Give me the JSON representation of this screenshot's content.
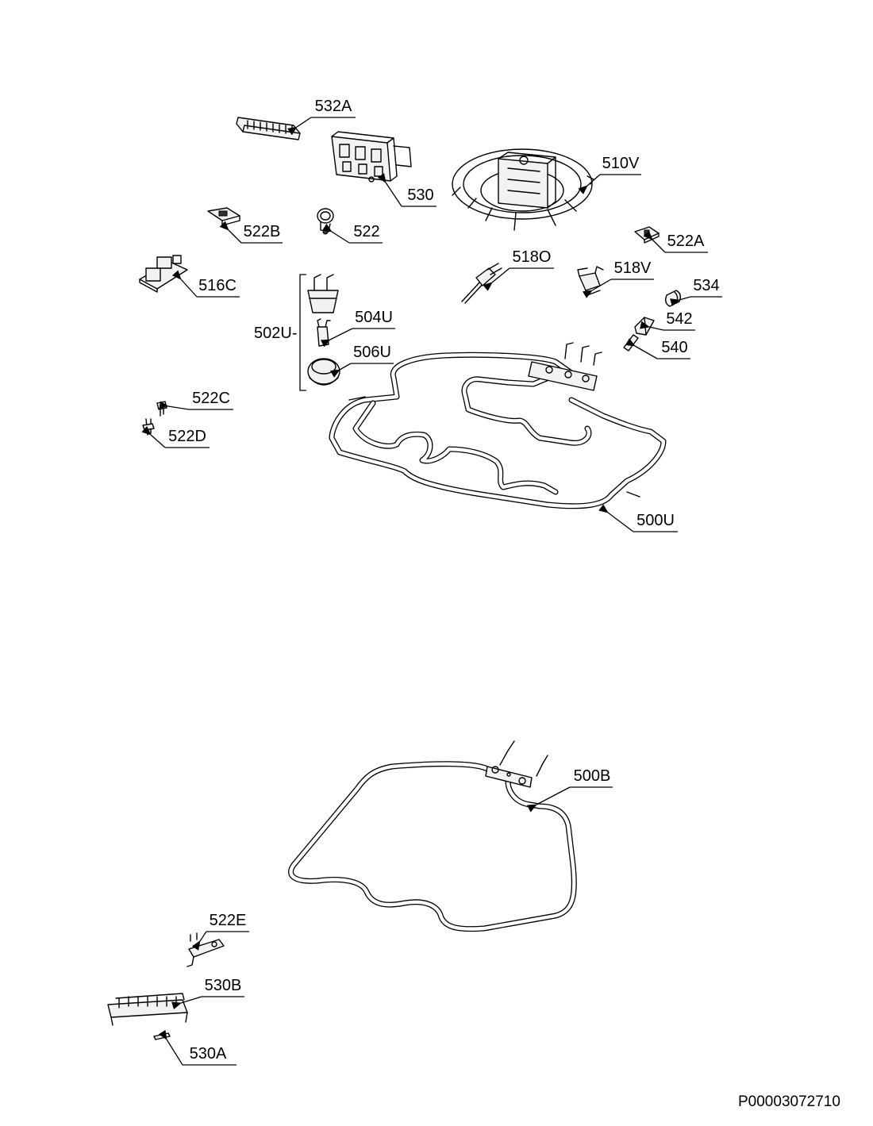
{
  "drawing_code": "P00003072710",
  "callouts": {
    "c532A": "532A",
    "c530": "530",
    "c510V": "510V",
    "c522B": "522B",
    "c522": "522",
    "c522A": "522A",
    "c516C": "516C",
    "c518O": "518O",
    "c518V": "518V",
    "c534": "534",
    "c542": "542",
    "c540": "540",
    "c502U": "502U-",
    "c504U": "504U",
    "c506U": "506U",
    "c522C": "522C",
    "c522D": "522D",
    "c500U": "500U",
    "c500B": "500B",
    "c522E": "522E",
    "c530B": "530B",
    "c530A": "530A"
  }
}
